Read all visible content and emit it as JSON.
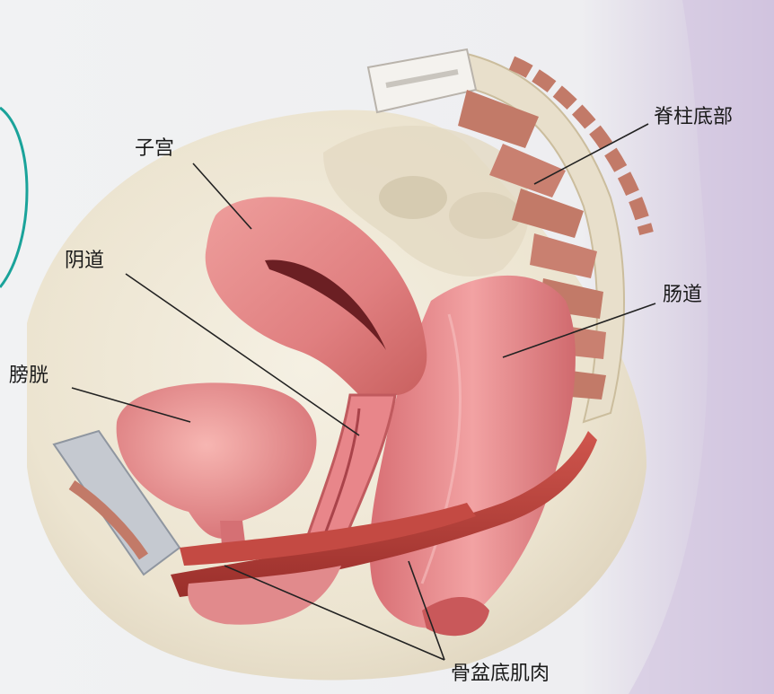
{
  "labels": {
    "uterus": "子宫",
    "vagina": "阴道",
    "bladder": "膀胱",
    "spine_base": "脊柱底部",
    "bowel": "肠道",
    "pelvic_floor": "骨盆底肌肉"
  },
  "colors": {
    "background": "#eceef0",
    "body_cavity": "#efe9da",
    "organ_pink": "#e58c8c",
    "organ_dark": "#c9585a",
    "muscle_red": "#b8403a",
    "bone": "#c27a68",
    "edge_purple": "#c9b6d6",
    "teal_ring": "#1aa39a",
    "leader_line": "#222222"
  }
}
